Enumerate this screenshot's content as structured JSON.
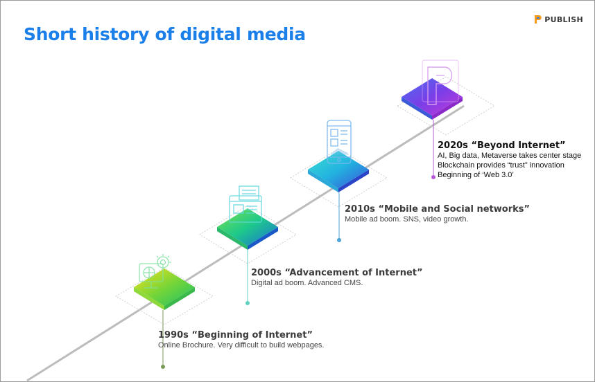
{
  "slide": {
    "title": "Short history of digital media",
    "brand": "PUBLISH"
  },
  "colors": {
    "title": "#1a7fe8",
    "timeline": "#bcbcbc",
    "brand_orange": "#f59a1b",
    "brand_blue": "#2d7fe6"
  },
  "eras": [
    {
      "heading": "1990s  “Beginning of Internet”",
      "lines": [
        "Online Brochure. Very difficult to build webpages."
      ],
      "icon": "computer-gear-icon",
      "accent": "#7a9a57"
    },
    {
      "heading": "2000s “Advancement of Internet”",
      "lines": [
        "Digital ad boom. Advanced CMS."
      ],
      "icon": "web-page-icon",
      "accent": "#5fd0c0"
    },
    {
      "heading": "2010s “Mobile and Social networks”",
      "lines": [
        "Mobile ad boom. SNS, video growth."
      ],
      "icon": "smartphone-icon",
      "accent": "#4aa3d8"
    },
    {
      "heading": "2020s “Beyond Internet”",
      "lines": [
        "AI, Big data, Metaverse takes center stage",
        "Blockchain provides “trust” innovation",
        "Beginning of ‘Web 3.0’"
      ],
      "icon": "publish-logo-icon",
      "accent": "#b65ad8"
    }
  ]
}
